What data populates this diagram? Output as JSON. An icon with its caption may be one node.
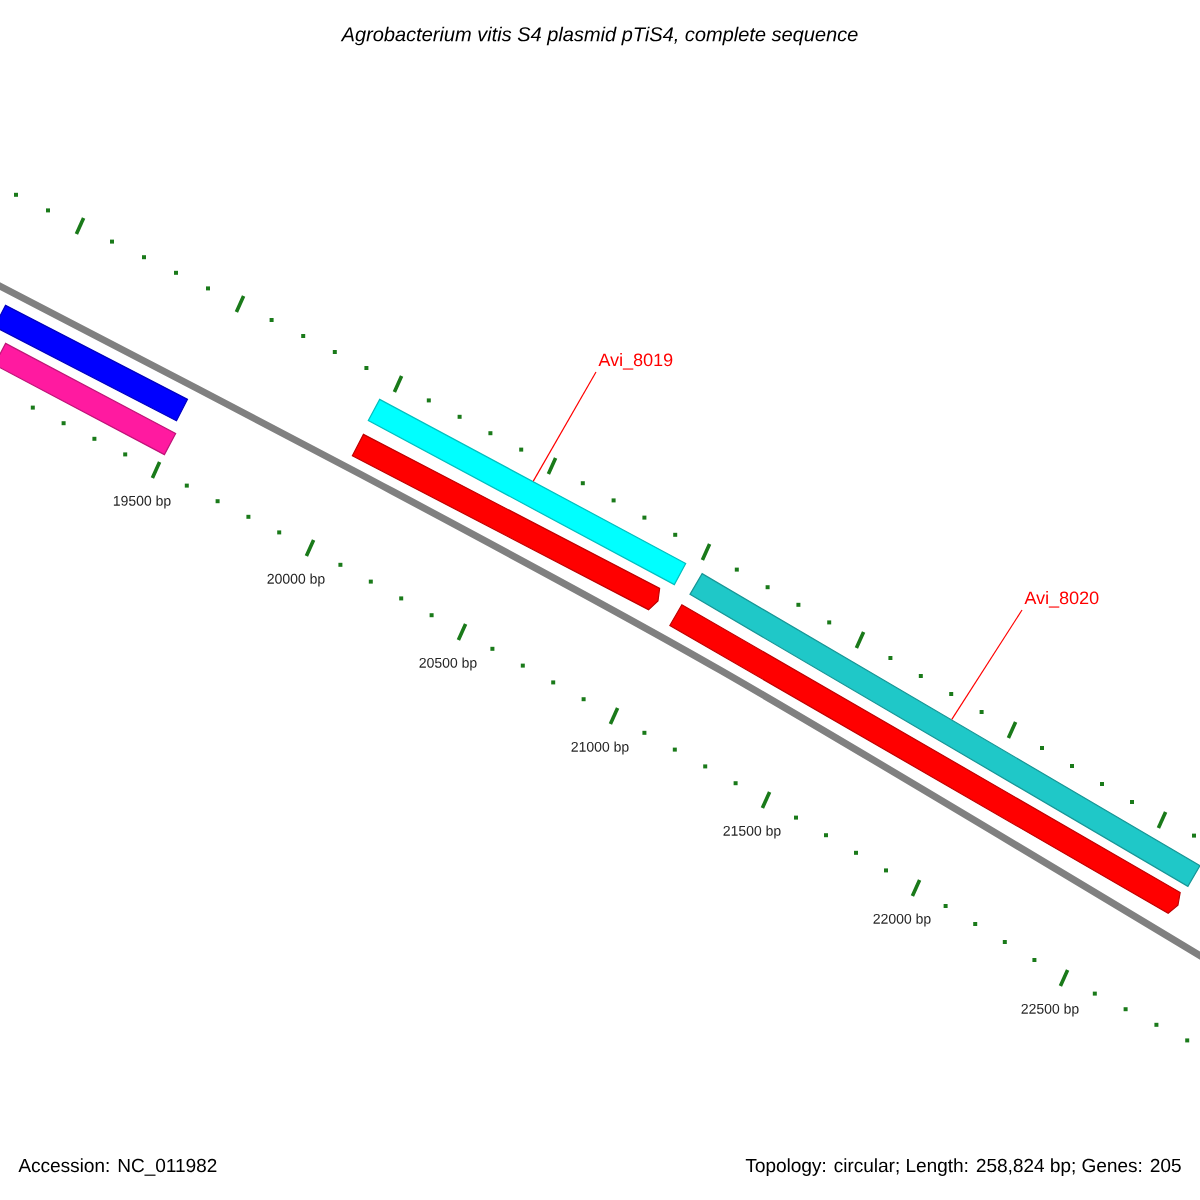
{
  "diagram": {
    "title": "Agrobacterium vitis S4 plasmid pTiS4, complete sequence",
    "nodes": [
      {
        "text": [],
        "shape": "bar"
      },
      {
        "text": [],
        "shape": "bar"
      },
      {
        "text": [],
        "shape": "bar"
      },
      {
        "text": [],
        "shape": "arrow"
      },
      {
        "text": [],
        "shape": "bar"
      },
      {
        "text": [],
        "shape": "arrow"
      },
      {
        "text": [
          "Avi_8019"
        ]
      },
      {
        "text": [
          "Avi_8020"
        ]
      }
    ],
    "edges": [
      {
        "from": 6,
        "to": 2,
        "arrow": "none"
      },
      {
        "from": 7,
        "to": 4,
        "arrow": "none"
      }
    ],
    "labels": [
      "19500 bp",
      "20000 bp",
      "20500 bp",
      "21000 bp",
      "21500 bp",
      "22000 bp",
      "22500 bp",
      "Accession: NC_011982",
      "Topology: circular; Length: 258,824 bp; Genes: 205"
    ]
  }
}
